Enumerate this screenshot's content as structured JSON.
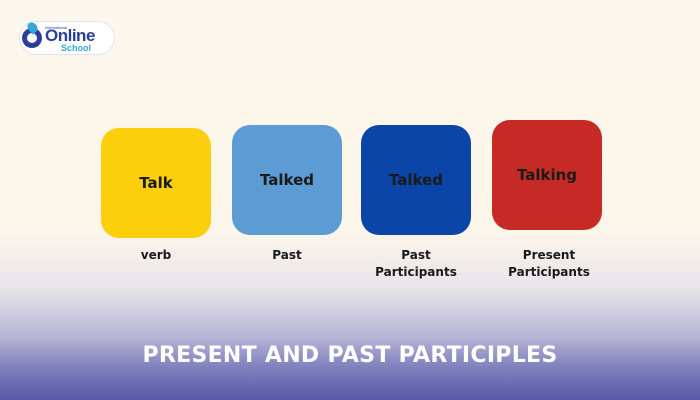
{
  "logo": {
    "small_text": "International",
    "brand": "Online",
    "sub": "School"
  },
  "cards": [
    {
      "word": "Talk",
      "caption": "verb",
      "color": "#fccf0d"
    },
    {
      "word": "Talked",
      "caption": "Past",
      "color": "#5d9bd5"
    },
    {
      "word": "Talked",
      "caption": "Past\nParticipants",
      "color": "#0b45a8"
    },
    {
      "word": "Talking",
      "caption": "Present\nParticipants",
      "color": "#c52a24"
    }
  ],
  "title": "PRESENT AND PAST PARTICIPLES",
  "colors": {
    "brand_navy": "#2b3f96",
    "brand_cyan": "#35a7d4",
    "background_top": "#fcf7ec",
    "background_bottom": "#5a58a8"
  }
}
